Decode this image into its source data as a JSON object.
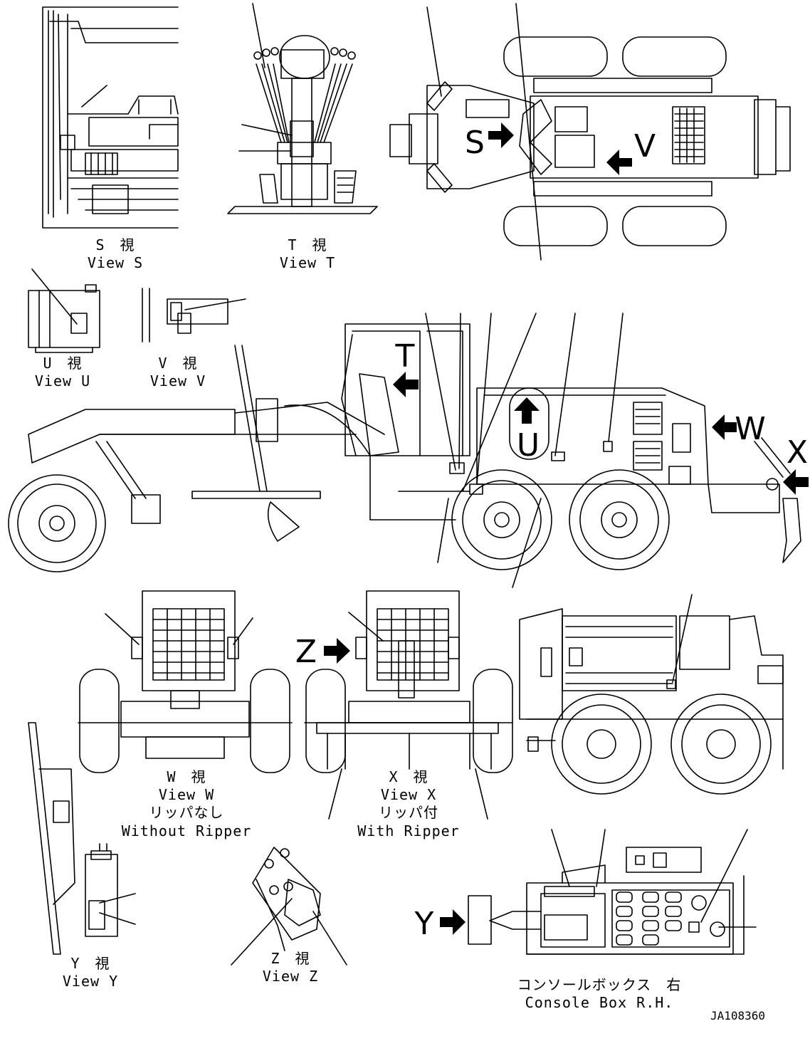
{
  "views": {
    "s": {
      "jp": "S　視",
      "en": "View S"
    },
    "t": {
      "jp": "T　視",
      "en": "View T"
    },
    "u": {
      "jp": "U　視",
      "en": "View U"
    },
    "v": {
      "jp": "V　視",
      "en": "View V"
    },
    "w": {
      "jp": "W　視",
      "en": "View W",
      "jp2": "リッパなし",
      "en2": "Without Ripper"
    },
    "x": {
      "jp": "X　視",
      "en": "View X",
      "jp2": "リッパ付",
      "en2": "With Ripper"
    },
    "y": {
      "jp": "Y　視",
      "en": "View Y"
    },
    "z": {
      "jp": "Z　視",
      "en": "View Z"
    },
    "console": {
      "jp": "コンソールボックス　右",
      "en": "Console Box R.H."
    }
  },
  "arrow_letters": {
    "s": "S",
    "v": "V",
    "t": "T",
    "u": "U",
    "w": "W",
    "x": "X",
    "z": "Z",
    "y": "Y"
  },
  "drawing_code": "JA108360"
}
